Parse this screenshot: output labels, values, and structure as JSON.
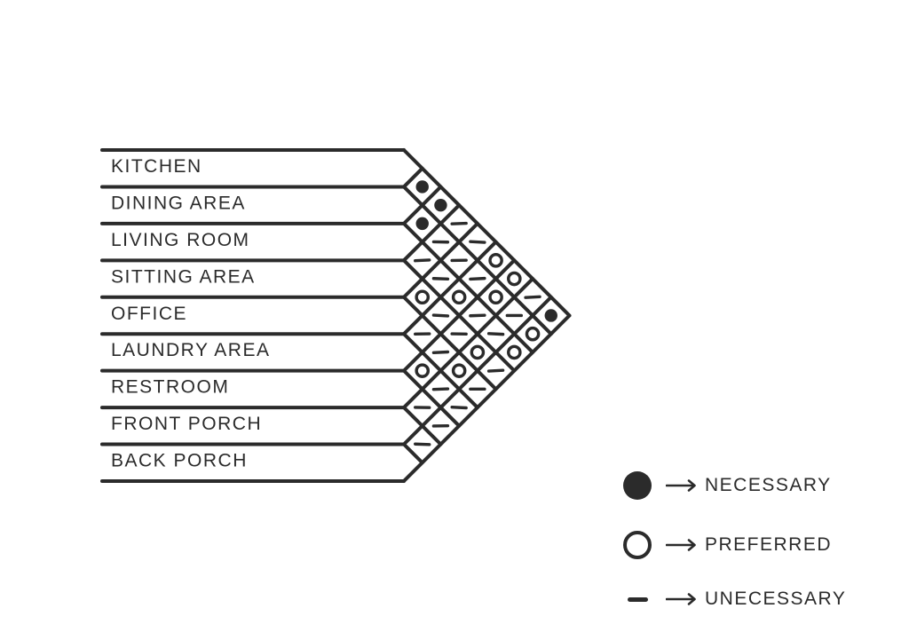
{
  "diagram": {
    "type": "room-adjacency-matrix",
    "rooms": [
      "KITCHEN",
      "DINING AREA",
      "LIVING ROOM",
      "SITTING AREA",
      "OFFICE",
      "LAUNDRY AREA",
      "RESTROOM",
      "FRONT PORCH",
      "BACK PORCH"
    ],
    "matrix": {
      "cells": [
        {
          "a": 0,
          "b": 1,
          "value": "necessary"
        },
        {
          "a": 0,
          "b": 2,
          "value": "necessary"
        },
        {
          "a": 0,
          "b": 3,
          "value": "unnecessary"
        },
        {
          "a": 0,
          "b": 4,
          "value": "unnecessary"
        },
        {
          "a": 0,
          "b": 5,
          "value": "preferred"
        },
        {
          "a": 0,
          "b": 6,
          "value": "preferred"
        },
        {
          "a": 0,
          "b": 7,
          "value": "unnecessary"
        },
        {
          "a": 0,
          "b": 8,
          "value": "necessary"
        },
        {
          "a": 1,
          "b": 2,
          "value": "necessary"
        },
        {
          "a": 1,
          "b": 3,
          "value": "unnecessary"
        },
        {
          "a": 1,
          "b": 4,
          "value": "unnecessary"
        },
        {
          "a": 1,
          "b": 5,
          "value": "unnecessary"
        },
        {
          "a": 1,
          "b": 6,
          "value": "preferred"
        },
        {
          "a": 1,
          "b": 7,
          "value": "unnecessary"
        },
        {
          "a": 1,
          "b": 8,
          "value": "preferred"
        },
        {
          "a": 2,
          "b": 3,
          "value": "unnecessary"
        },
        {
          "a": 2,
          "b": 4,
          "value": "unnecessary"
        },
        {
          "a": 2,
          "b": 5,
          "value": "preferred"
        },
        {
          "a": 2,
          "b": 6,
          "value": "unnecessary"
        },
        {
          "a": 2,
          "b": 7,
          "value": "unnecessary"
        },
        {
          "a": 2,
          "b": 8,
          "value": "preferred"
        },
        {
          "a": 3,
          "b": 4,
          "value": "preferred"
        },
        {
          "a": 3,
          "b": 5,
          "value": "unnecessary"
        },
        {
          "a": 3,
          "b": 6,
          "value": "unnecessary"
        },
        {
          "a": 3,
          "b": 7,
          "value": "preferred"
        },
        {
          "a": 3,
          "b": 8,
          "value": "unnecessary"
        },
        {
          "a": 4,
          "b": 5,
          "value": "unnecessary"
        },
        {
          "a": 4,
          "b": 6,
          "value": "unnecessary"
        },
        {
          "a": 4,
          "b": 7,
          "value": "preferred"
        },
        {
          "a": 4,
          "b": 8,
          "value": "unnecessary"
        },
        {
          "a": 5,
          "b": 6,
          "value": "preferred"
        },
        {
          "a": 5,
          "b": 7,
          "value": "unnecessary"
        },
        {
          "a": 5,
          "b": 8,
          "value": "unnecessary"
        },
        {
          "a": 6,
          "b": 7,
          "value": "unnecessary"
        },
        {
          "a": 6,
          "b": 8,
          "value": "unnecessary"
        },
        {
          "a": 7,
          "b": 8,
          "value": "unnecessary"
        }
      ]
    },
    "legend": {
      "items": [
        {
          "symbol": "filled-circle-icon",
          "label": "NECESSARY",
          "value": "necessary"
        },
        {
          "symbol": "open-circle-icon",
          "label": "PREFERRED",
          "value": "preferred"
        },
        {
          "symbol": "dash-icon",
          "label": "UNECESSARY",
          "value": "unnecessary"
        }
      ]
    },
    "colors": {
      "ink": "#2b2b2b",
      "background": "#ffffff"
    }
  }
}
